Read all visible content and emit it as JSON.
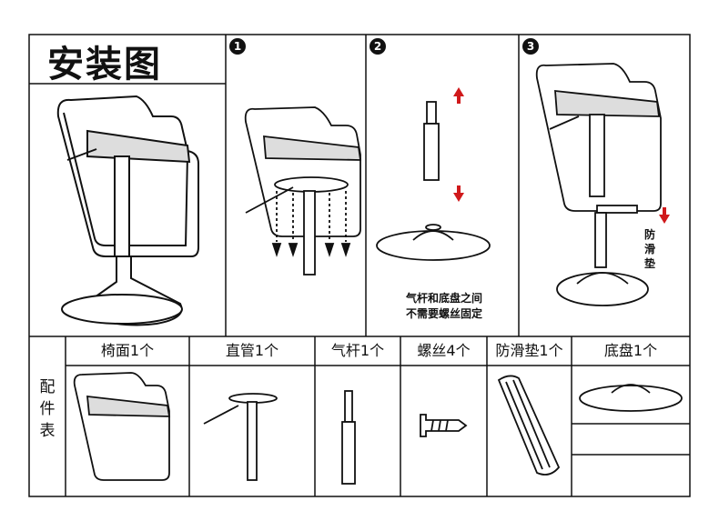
{
  "title": "安装图",
  "steps": [
    {
      "number": "1"
    },
    {
      "number": "2",
      "note_line1": "气杆和底盘之间",
      "note_line2": "不需要螺丝固定"
    },
    {
      "number": "3",
      "label": "防滑垫"
    }
  ],
  "parts_label": "配件表",
  "parts": [
    {
      "name": "椅面1个"
    },
    {
      "name": "直管1个"
    },
    {
      "name": "气杆1个"
    },
    {
      "name": "螺丝4个"
    },
    {
      "name": "防滑垫1个"
    },
    {
      "name": "底盘1个"
    }
  ],
  "colors": {
    "line": "#111111",
    "arrow": "#d0191b"
  }
}
